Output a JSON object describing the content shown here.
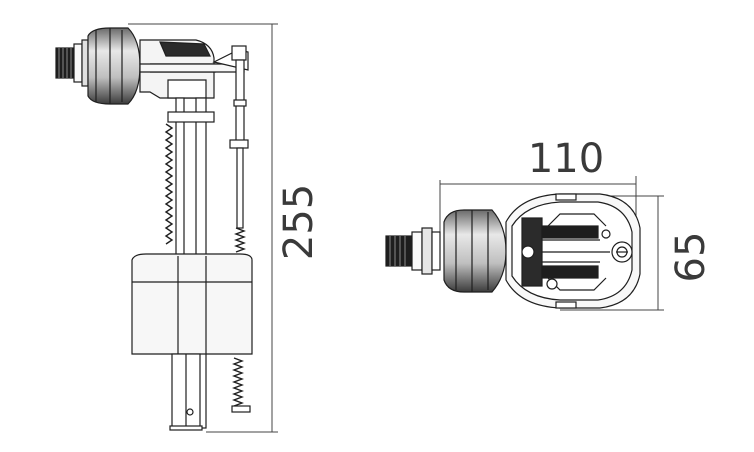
{
  "dimensions": {
    "height_label": "255",
    "width_label": "110",
    "depth_label": "65"
  },
  "colors": {
    "line": "#1f1f1f",
    "dim_line": "#444444",
    "text": "#3a3a3a",
    "body_fill": "#f4f4f4",
    "cap_dark": "#2b2b2b"
  },
  "views": [
    "side-view",
    "top-view"
  ]
}
